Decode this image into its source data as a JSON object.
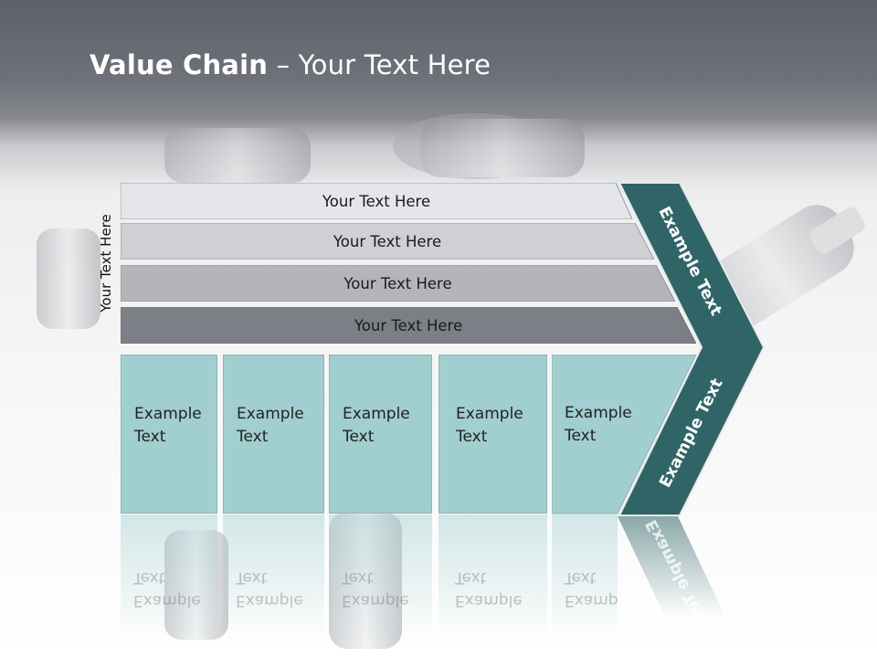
{
  "title": {
    "bold": "Value Chain",
    "rest": " – Your Text Here"
  },
  "side_label": "Your Text Here",
  "bands": [
    {
      "label": "Your Text Here",
      "color": "#e5e6e9"
    },
    {
      "label": "Your Text Here",
      "color": "#cfd0d4"
    },
    {
      "label": "Your Text Here",
      "color": "#b4b5ba"
    },
    {
      "label": "Your Text Here",
      "color": "#7d7f86"
    }
  ],
  "boxes": [
    {
      "line1": "Example",
      "line2": "Text"
    },
    {
      "line1": "Example",
      "line2": "Text"
    },
    {
      "line1": "Example",
      "line2": "Text"
    },
    {
      "line1": "Example",
      "line2": "Text"
    },
    {
      "line1": "Example",
      "line2": "Text"
    }
  ],
  "chevron": {
    "upper_label": "Example Text",
    "lower_label": "Example Text",
    "color": "#2f6566"
  },
  "colors": {
    "box_fill": "#a1cece"
  }
}
